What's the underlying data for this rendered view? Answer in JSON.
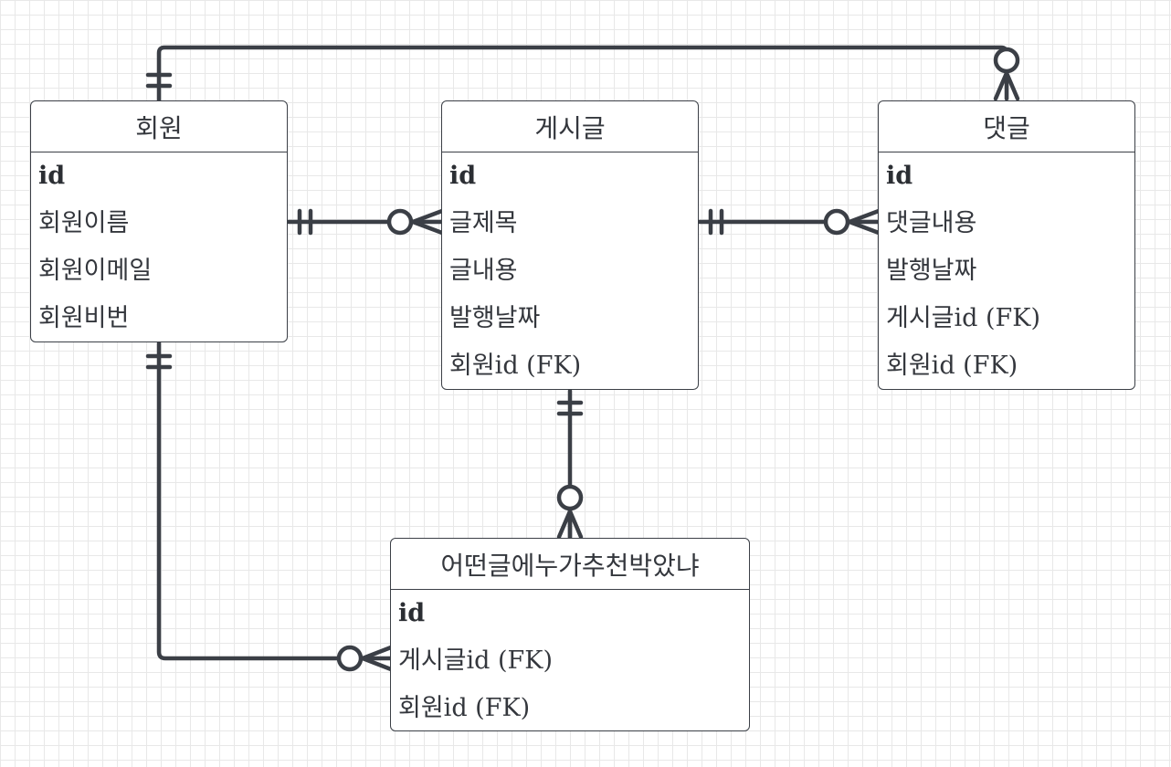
{
  "colors": {
    "line": "#3b3f46",
    "text": "#34373d",
    "grid": "#e8e8e8"
  },
  "entities": {
    "member": {
      "title": "회원",
      "fields": [
        "id",
        "회원이름",
        "회원이메일",
        "회원비번"
      ]
    },
    "post": {
      "title": "게시글",
      "fields": [
        "id",
        "글제목",
        "글내용",
        "발행날짜",
        "회원id (FK)"
      ]
    },
    "comment": {
      "title": "댓글",
      "fields": [
        "id",
        "댓글내용",
        "발행날짜",
        "게시글id (FK)",
        "회원id (FK)"
      ]
    },
    "like": {
      "title": "어떤글에누가추천박았냐",
      "fields": [
        "id",
        "게시글id (FK)",
        "회원id (FK)"
      ]
    }
  },
  "relationships": [
    {
      "from": "member",
      "to": "comment",
      "from_cardinality": "one-and-only-one",
      "to_cardinality": "zero-or-many"
    },
    {
      "from": "member",
      "to": "post",
      "from_cardinality": "one-and-only-one",
      "to_cardinality": "zero-or-many"
    },
    {
      "from": "post",
      "to": "comment",
      "from_cardinality": "one-and-only-one",
      "to_cardinality": "zero-or-many"
    },
    {
      "from": "post",
      "to": "like",
      "from_cardinality": "one-and-only-one",
      "to_cardinality": "zero-or-many"
    },
    {
      "from": "member",
      "to": "like",
      "from_cardinality": "one-and-only-one",
      "to_cardinality": "zero-or-many"
    }
  ]
}
